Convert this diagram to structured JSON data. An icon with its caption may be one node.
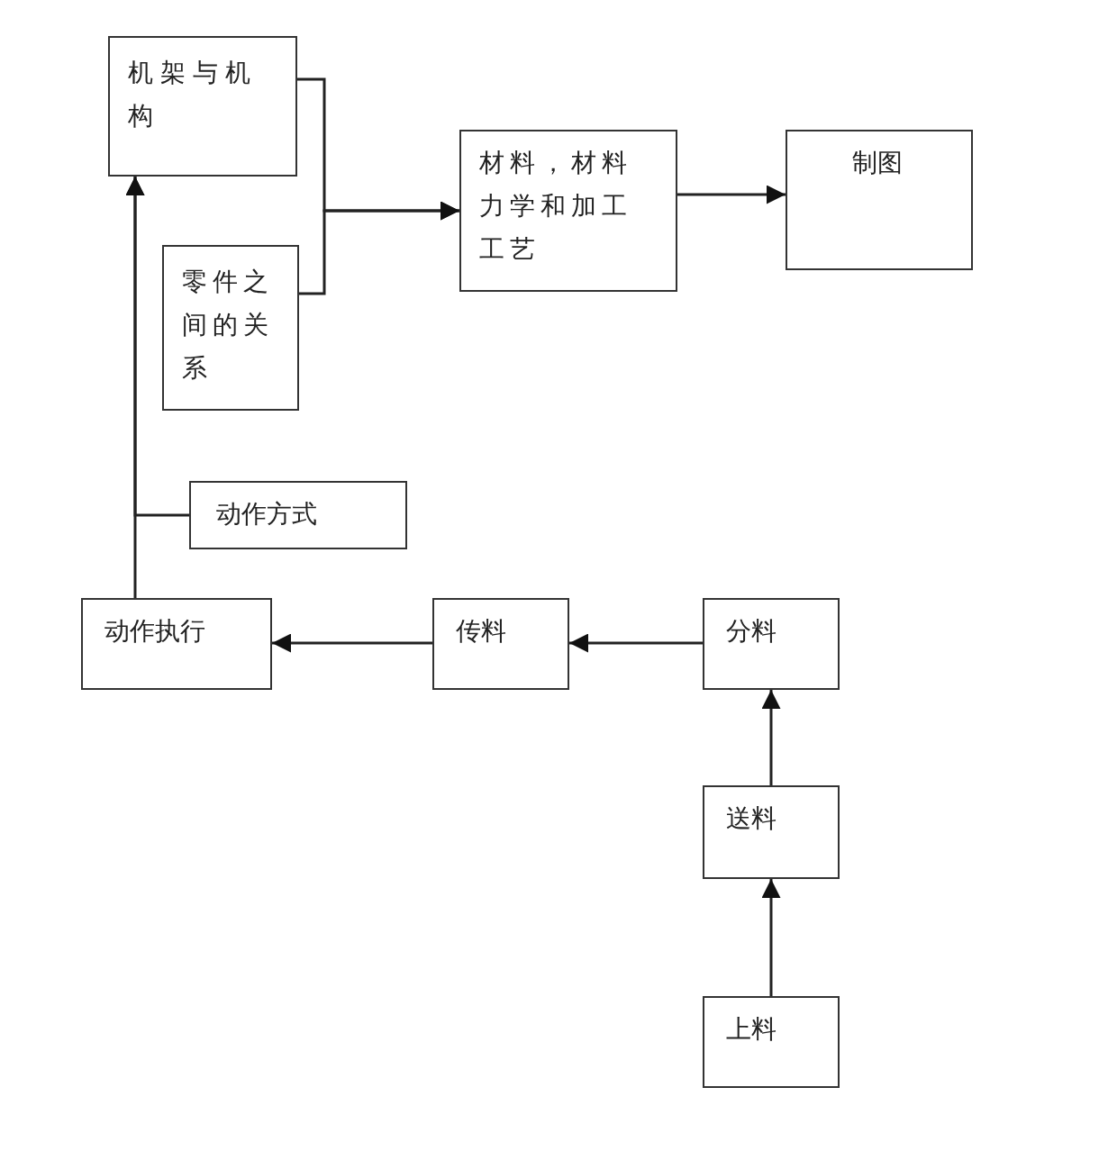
{
  "diagram": {
    "nodes": [
      {
        "text": [
          "机架与机构"
        ]
      },
      {
        "text": [
          "零件之间的关系"
        ]
      },
      {
        "text": [
          "材料，材料力学和加工工艺"
        ]
      },
      {
        "text": [
          "制图"
        ]
      },
      {
        "text": [
          "动作方式"
        ]
      },
      {
        "text": [
          "动作执行"
        ]
      },
      {
        "text": [
          "传料"
        ]
      },
      {
        "text": [
          "分料"
        ]
      },
      {
        "text": [
          "送料"
        ]
      },
      {
        "text": [
          "上料"
        ]
      }
    ],
    "edges": [
      {
        "from": 0,
        "to": 2,
        "arrow": "to"
      },
      {
        "from": 1,
        "to": 2,
        "arrow": "to"
      },
      {
        "from": 2,
        "to": 3,
        "arrow": "to"
      },
      {
        "from": 5,
        "to": 0,
        "arrow": "to"
      },
      {
        "from": 4,
        "to": 0,
        "arrow": "to"
      },
      {
        "from": 7,
        "to": 6,
        "arrow": "to"
      },
      {
        "from": 6,
        "to": 5,
        "arrow": "to"
      },
      {
        "from": 8,
        "to": 7,
        "arrow": "to"
      },
      {
        "from": 9,
        "to": 8,
        "arrow": "to"
      }
    ]
  }
}
